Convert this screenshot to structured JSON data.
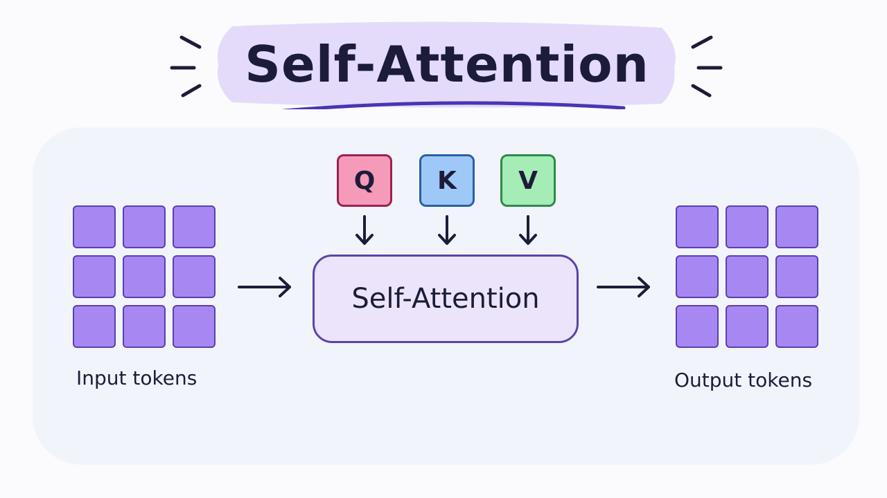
{
  "title": "Self-Attention",
  "center_block": {
    "label": "Self-Attention"
  },
  "inputs": {
    "caption": "Input tokens",
    "token_count": 9
  },
  "outputs": {
    "caption": "Output tokens",
    "token_count": 9
  },
  "projections": [
    {
      "label": "Q",
      "fill": "#f59ab8",
      "stroke": "#9c2050"
    },
    {
      "label": "K",
      "fill": "#9ec8f7",
      "stroke": "#2a5ea8"
    },
    {
      "label": "V",
      "fill": "#a5ecb7",
      "stroke": "#2e8a4a"
    }
  ],
  "colors": {
    "token_fill": "#a788f2",
    "token_stroke": "#5a3fb0",
    "title_highlight": "#e4dbfb",
    "title_underline": "#4a35b5",
    "panel": "#f1f5fb",
    "ink": "#1c1c3a"
  }
}
